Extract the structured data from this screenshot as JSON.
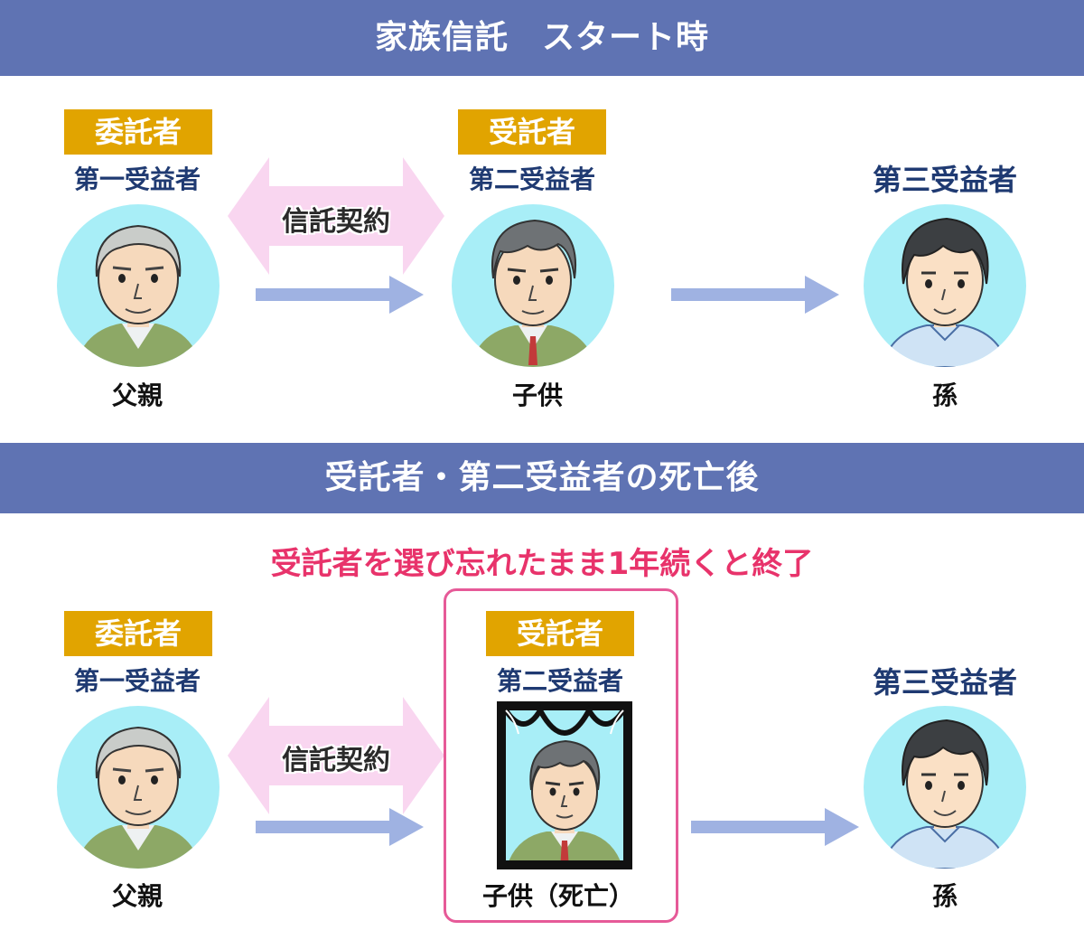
{
  "section1": {
    "title": "家族信託　スタート時",
    "settlor": {
      "tag": "委託者",
      "role": "第一受益者",
      "name": "父親"
    },
    "trustee": {
      "tag": "受託者",
      "role": "第二受益者",
      "name": "子供"
    },
    "third": {
      "role": "第三受益者",
      "name": "孫"
    },
    "contract": "信託契約"
  },
  "section2": {
    "title": "受託者・第二受益者の死亡後",
    "note": "受託者を選び忘れたまま1年続くと終了",
    "settlor": {
      "tag": "委託者",
      "role": "第一受益者",
      "name": "父親"
    },
    "trustee": {
      "tag": "受託者",
      "role": "第二受益者",
      "name": "子供（死亡）"
    },
    "third": {
      "role": "第三受益者",
      "name": "孫"
    },
    "contract": "信託契約"
  },
  "colors": {
    "banner": "#5f73b3",
    "tag": "#e1a400",
    "role_text": "#1f3a72",
    "avatar_bg": "#a8eef7",
    "arrow_blue": "#9fb2e2",
    "contract_pink": "#f9d6f0",
    "note": "#e8336b",
    "highlight_border": "#e65a98"
  },
  "icons": [
    "elderly-father-icon",
    "middle-aged-child-icon",
    "young-grandchild-icon",
    "memorial-portrait-icon"
  ]
}
